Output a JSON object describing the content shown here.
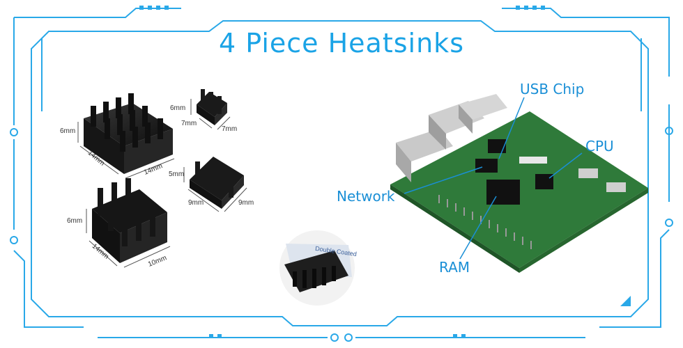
{
  "title": "4 Piece Heatsinks",
  "heatsinks": {
    "large_top": {
      "height": "6mm",
      "depth": "14mm",
      "width": "14mm"
    },
    "small": {
      "height": "6mm",
      "depth": "7mm",
      "width": "7mm"
    },
    "medium": {
      "height": "5mm",
      "depth": "9mm",
      "width": "9mm"
    },
    "large_bottom": {
      "height": "6mm",
      "depth": "14mm",
      "width": "10mm"
    }
  },
  "tape_text": "Double Coated",
  "callouts": {
    "usb_chip": "USB Chip",
    "cpu": "CPU",
    "network": "Network",
    "ram": "RAM"
  },
  "colors": {
    "accent": "#1aa3e6",
    "heatsink": "#1c1c1c",
    "board": "#2f7a3a"
  }
}
